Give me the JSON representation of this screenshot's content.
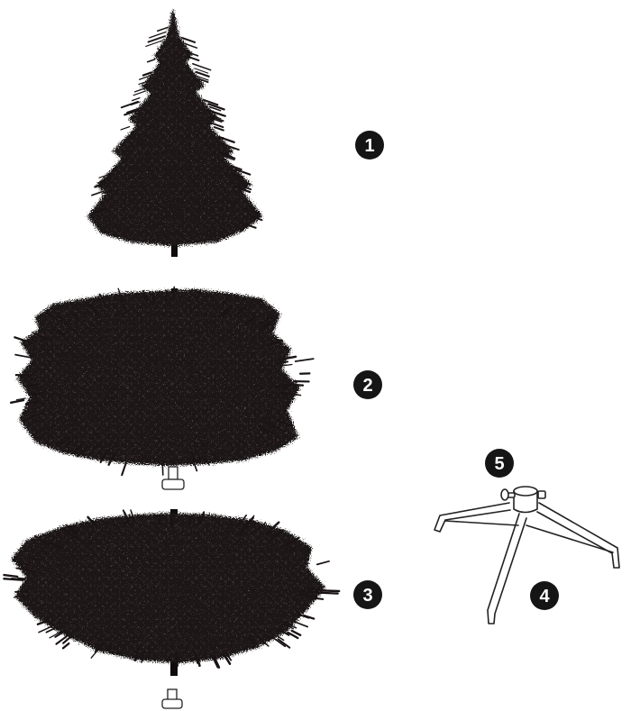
{
  "colors": {
    "foliage": "#1a1315",
    "foliage_light": "#6e6266",
    "trunk": "#0f0b0c",
    "marker_fill": "#151515",
    "marker_text": "#ffffff",
    "stand_stroke": "#222222",
    "background": "#ffffff"
  },
  "parts": [
    {
      "id": "top-section",
      "marker": "1"
    },
    {
      "id": "middle-section",
      "marker": "2"
    },
    {
      "id": "bottom-section",
      "marker": "3"
    },
    {
      "id": "stand",
      "marker": "4"
    },
    {
      "id": "stand-screw",
      "marker": "5"
    }
  ],
  "icons": {
    "connector": "peg-connector-icon",
    "stand": "folding-tree-stand-icon"
  }
}
